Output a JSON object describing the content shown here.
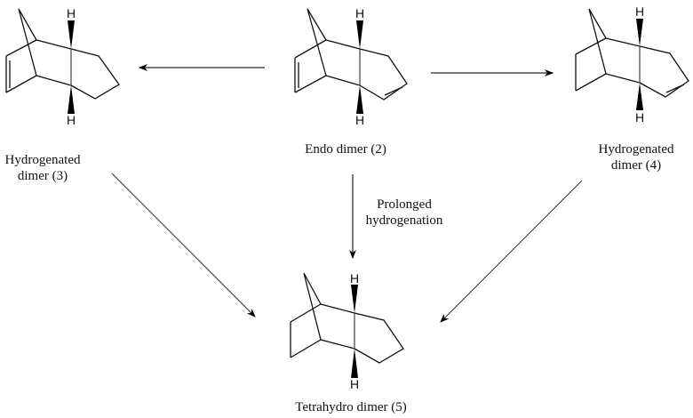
{
  "diagram": {
    "type": "reaction-scheme",
    "colors": {
      "bond": "#111111",
      "arrow": "#777777",
      "background": "#ffffff"
    },
    "compounds": [
      {
        "id": "2",
        "label": "Endo dimer (2)",
        "atom_labels": [
          "H",
          "H"
        ]
      },
      {
        "id": "3",
        "label_lines": [
          "Hydrogenated",
          "dimer (3)"
        ],
        "atom_labels": [
          "H",
          "H"
        ]
      },
      {
        "id": "4",
        "label_lines": [
          "Hydrogenated",
          "dimer (4)"
        ],
        "atom_labels": [
          "H",
          "H"
        ]
      },
      {
        "id": "5",
        "label": "Tetrahydro dimer (5)",
        "atom_labels": [
          "H",
          "H"
        ]
      }
    ],
    "arrows": [
      {
        "from": "2",
        "to": "3"
      },
      {
        "from": "2",
        "to": "4"
      },
      {
        "from": "2",
        "to": "5",
        "label_lines": [
          "Prolonged",
          "hydrogenation"
        ]
      },
      {
        "from": "3",
        "to": "5"
      },
      {
        "from": "4",
        "to": "5"
      }
    ]
  }
}
